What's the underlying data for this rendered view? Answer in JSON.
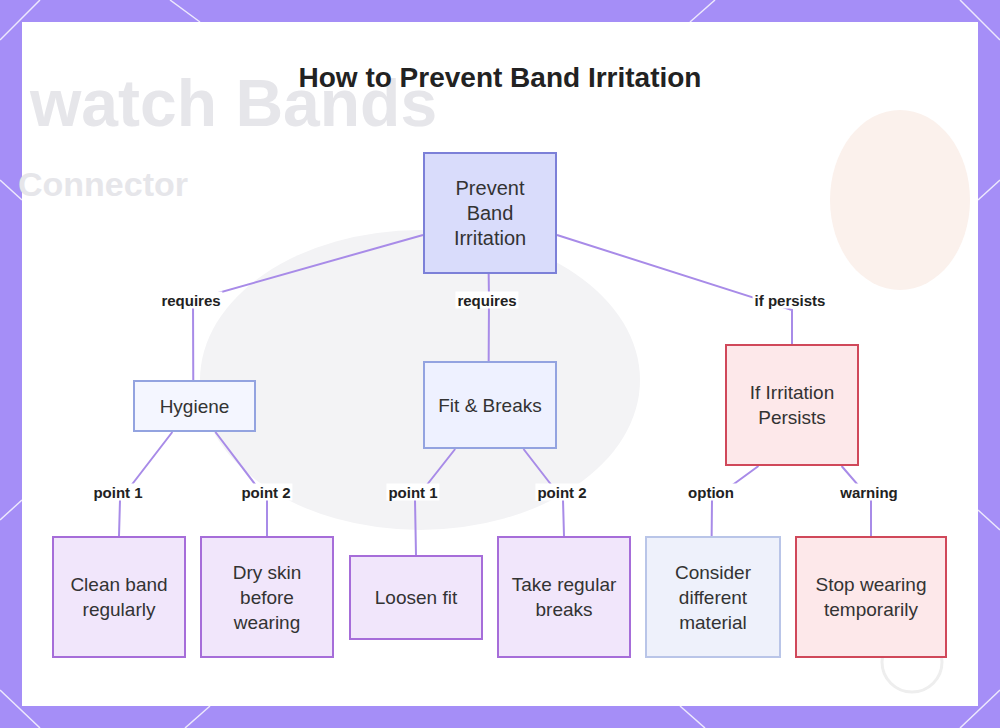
{
  "diagram": {
    "title": "How to Prevent Band Irritation",
    "nodes": [
      {
        "text": [
          "Prevent Band Irritation"
        ]
      },
      {
        "text": [
          "Hygiene"
        ]
      },
      {
        "text": [
          "Fit & Breaks"
        ]
      },
      {
        "text": [
          "If Irritation Persists"
        ]
      },
      {
        "text": [
          "Clean band regularly"
        ]
      },
      {
        "text": [
          "Dry skin before wearing"
        ]
      },
      {
        "text": [
          "Loosen fit"
        ]
      },
      {
        "text": [
          "Take regular breaks"
        ]
      },
      {
        "text": [
          "Consider different material"
        ]
      },
      {
        "text": [
          "Stop wearing temporarily"
        ]
      }
    ],
    "edges": [
      {
        "from": 0,
        "to": 1,
        "label": "requires",
        "arrow": "none"
      },
      {
        "from": 0,
        "to": 2,
        "label": "requires",
        "arrow": "none"
      },
      {
        "from": 0,
        "to": 3,
        "label": "if persists",
        "arrow": "none"
      },
      {
        "from": 1,
        "to": 4,
        "label": "point 1",
        "arrow": "none"
      },
      {
        "from": 1,
        "to": 5,
        "label": "point 2",
        "arrow": "none"
      },
      {
        "from": 2,
        "to": 6,
        "label": "point 1",
        "arrow": "none"
      },
      {
        "from": 2,
        "to": 7,
        "label": "point 2",
        "arrow": "none"
      },
      {
        "from": 3,
        "to": 8,
        "label": "option",
        "arrow": "none"
      },
      {
        "from": 3,
        "to": 9,
        "label": "warning",
        "arrow": "none"
      }
    ],
    "labels": [
      "watch Bands",
      "Connector"
    ]
  }
}
